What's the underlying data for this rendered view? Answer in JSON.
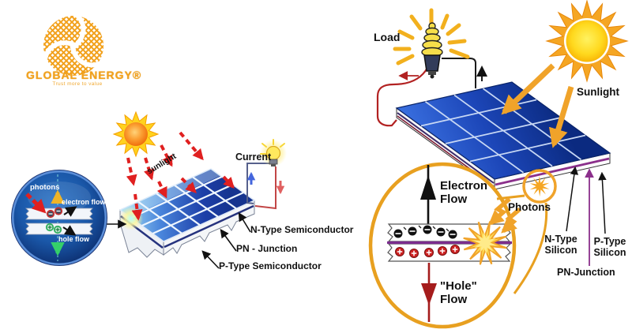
{
  "left_diagram": {
    "logo": {
      "title": "GLOBAL ENERGY®",
      "tagline": "Trust more to value"
    },
    "sunlight_label": "sunlight",
    "current_label": "Current",
    "labels": {
      "n_type": "N-Type Semiconductor",
      "pn_junction": "PN - Junction",
      "p_type": "P-Type Semiconductor"
    },
    "inset": {
      "photons": "photons",
      "electron_flow": "electron flow",
      "hole_flow": "hole flow"
    }
  },
  "right_diagram": {
    "load_label": "Load",
    "sunlight_label": "Sunlight",
    "photons_label": "Photons",
    "electron_flow": {
      "line1": "Electron",
      "line2": "Flow"
    },
    "hole_flow": {
      "line1": "\"Hole\"",
      "line2": "Flow"
    },
    "labels": {
      "n_type_1": "N-Type",
      "n_type_2": "Silicon",
      "p_type_1": "P-Type",
      "p_type_2": "Silicon",
      "pn_junction": "PN-Junction"
    }
  },
  "colors": {
    "accent_orange": "#F0A32A",
    "logo_orange": "#F2A11C",
    "photon_red": "#E02020",
    "wire_red": "#B22222",
    "junction_purple": "#8B2F8B",
    "panel_dark_blue": "#0B2A80",
    "panel_light_blue": "#A8E0F2",
    "inset_navy": "#0A2560",
    "hole_green": "#35D06A",
    "electron_yellow": "#F0B428"
  }
}
